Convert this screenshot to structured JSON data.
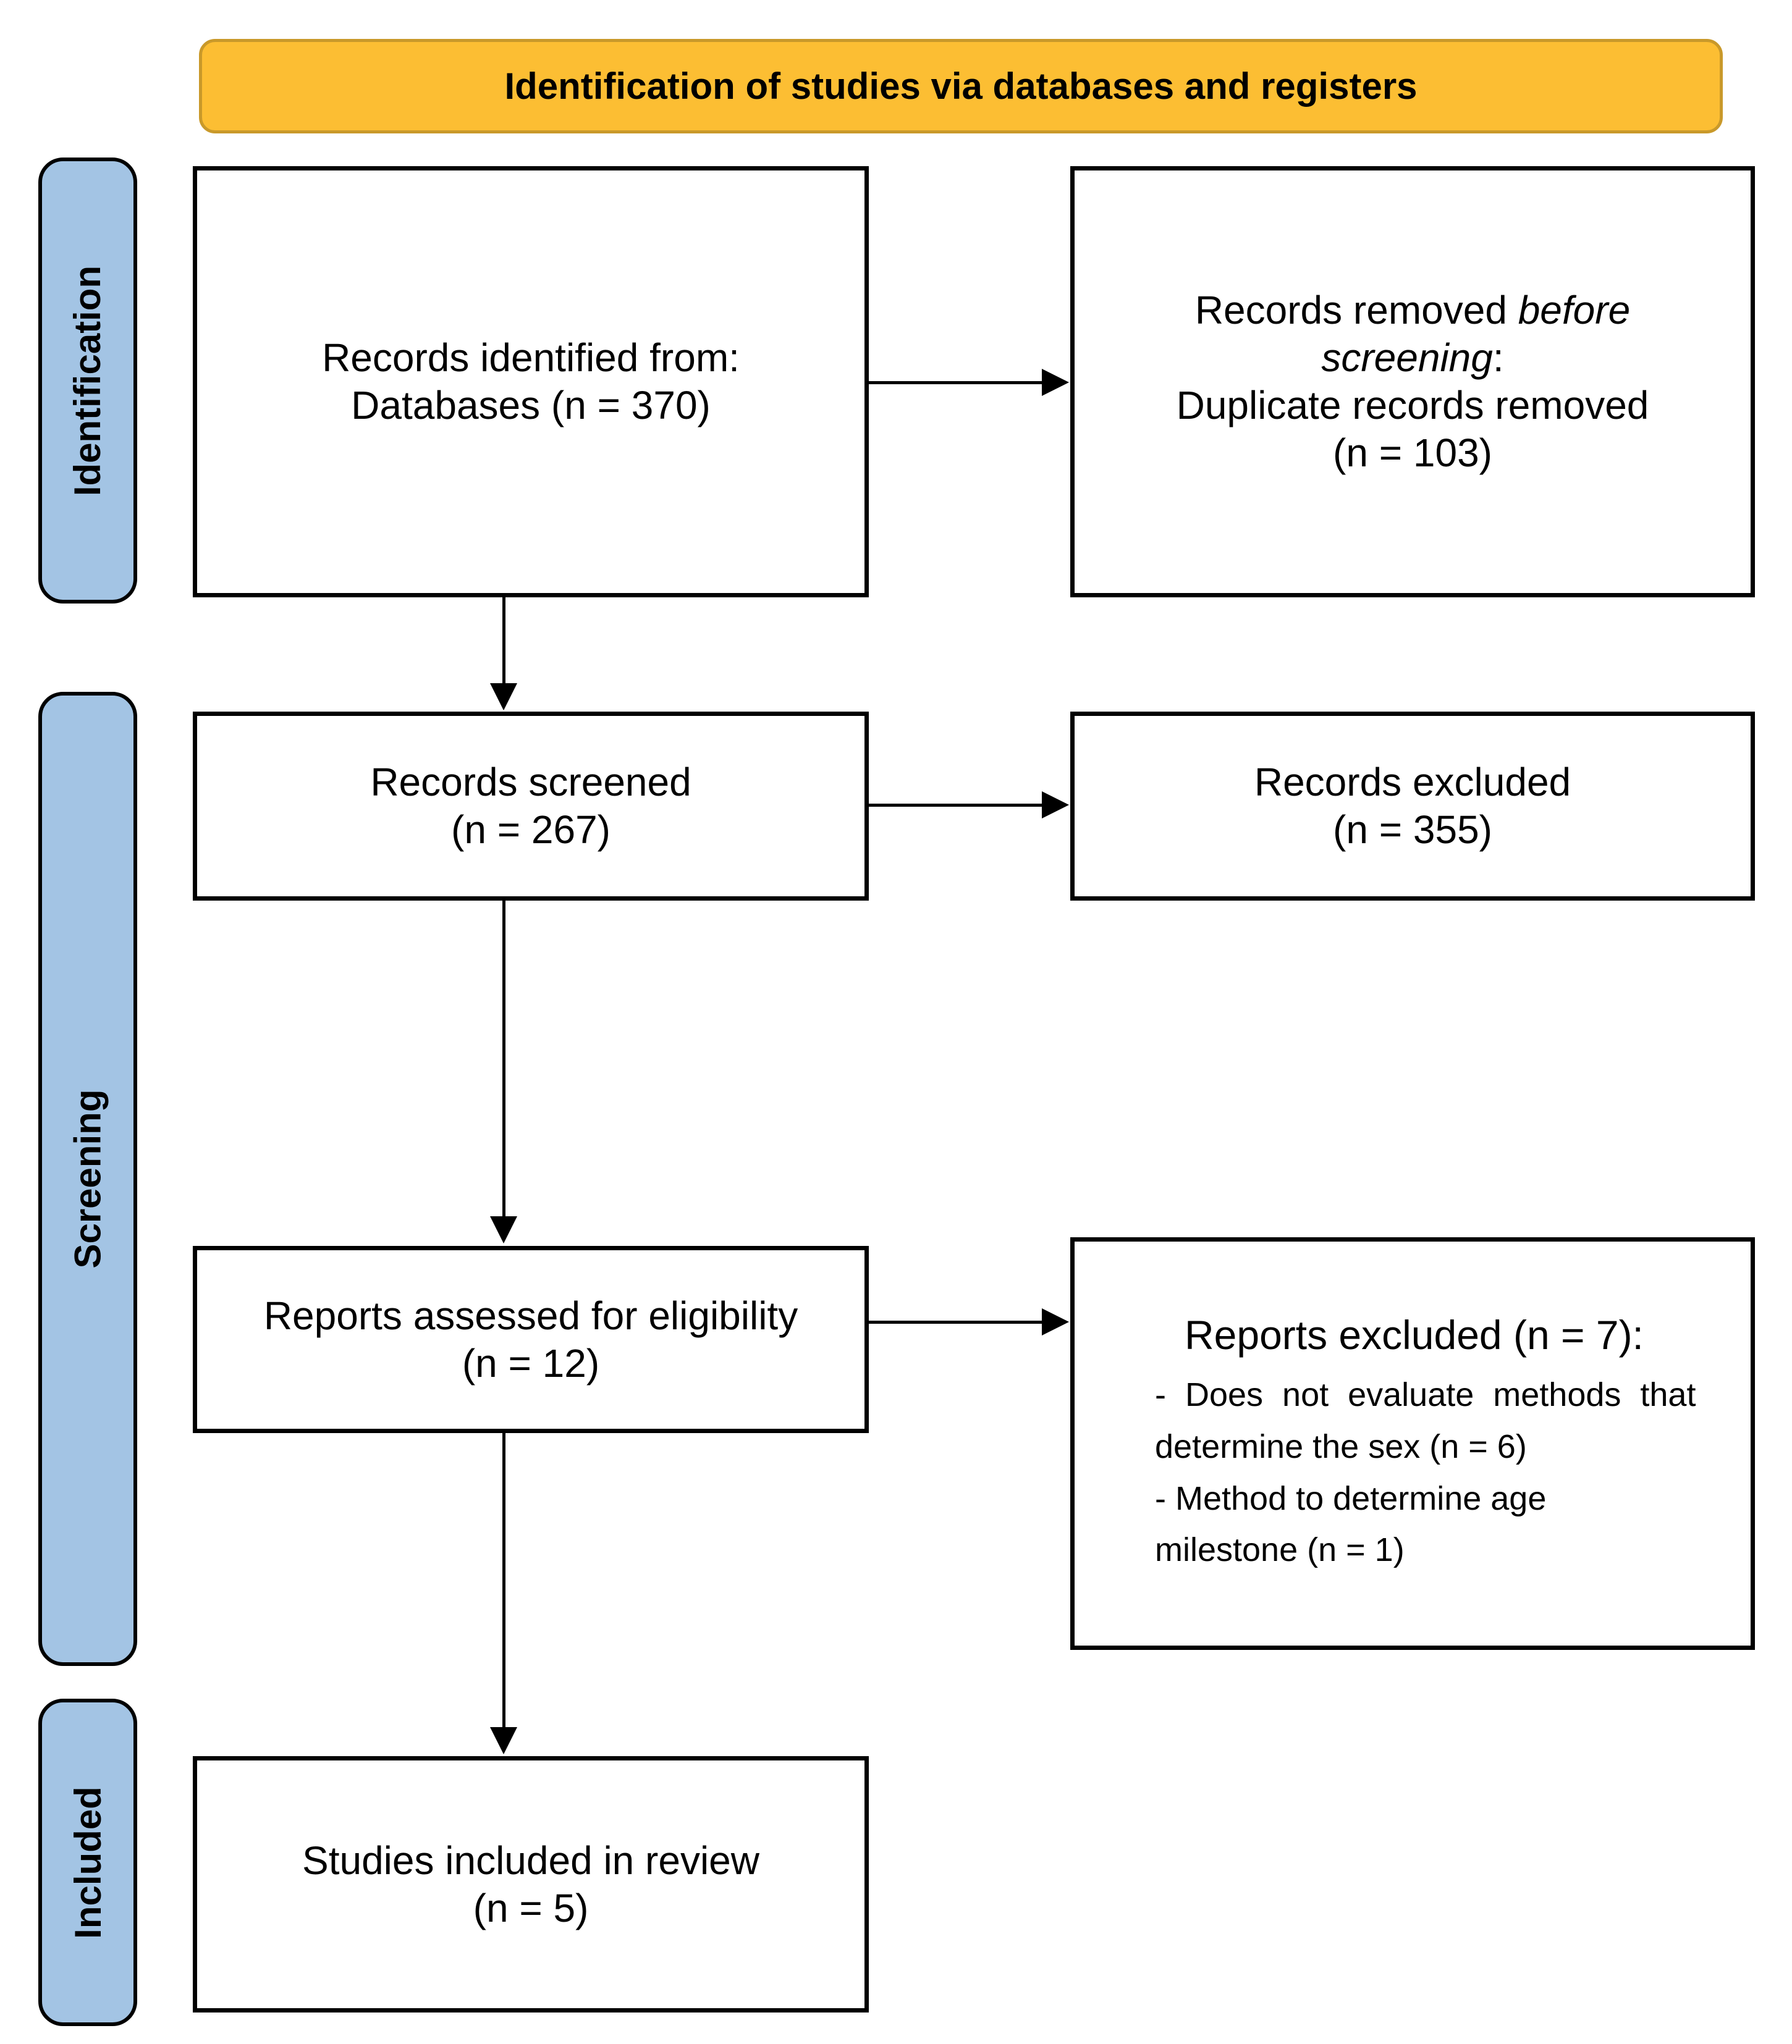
{
  "banner": {
    "label": "Identification of studies via databases and registers",
    "fill": "#FCBE33",
    "border_color": "#C9992A"
  },
  "sidebar": {
    "fill": "#A3C4E4",
    "border_color": "#000000",
    "labels": {
      "identification": "Identification",
      "screening": "Screening",
      "included": "Included"
    }
  },
  "boxes": {
    "records_identified": {
      "line1": "Records identified from:",
      "line2": "Databases (n = 370)"
    },
    "records_removed": {
      "line1_regular": "Records removed ",
      "line1_italic": "before",
      "line2_italic": "screening",
      "line2_regular": ":",
      "line3": "Duplicate records removed",
      "line4": "(n = 103)"
    },
    "records_screened": {
      "line1": "Records screened",
      "line2": "(n = 267)"
    },
    "records_excluded": {
      "line1": "Records excluded",
      "line2": "(n = 355)"
    },
    "reports_assessed": {
      "line1": "Reports assessed for eligibility",
      "line2": "(n = 12)"
    },
    "reports_excluded": {
      "title": "Reports excluded (n = 7):",
      "reason1_line1": "- Does not evaluate methods that",
      "reason1_line2": "determine the sex (n = 6)",
      "reason2_line1": "- Method to determine age",
      "reason2_line2": "milestone (n = 1)"
    },
    "studies_included": {
      "line1": "Studies included in review",
      "line2": "(n = 5)"
    }
  },
  "flow": {
    "box_border_color": "#000000",
    "arrow_color": "#000000"
  }
}
